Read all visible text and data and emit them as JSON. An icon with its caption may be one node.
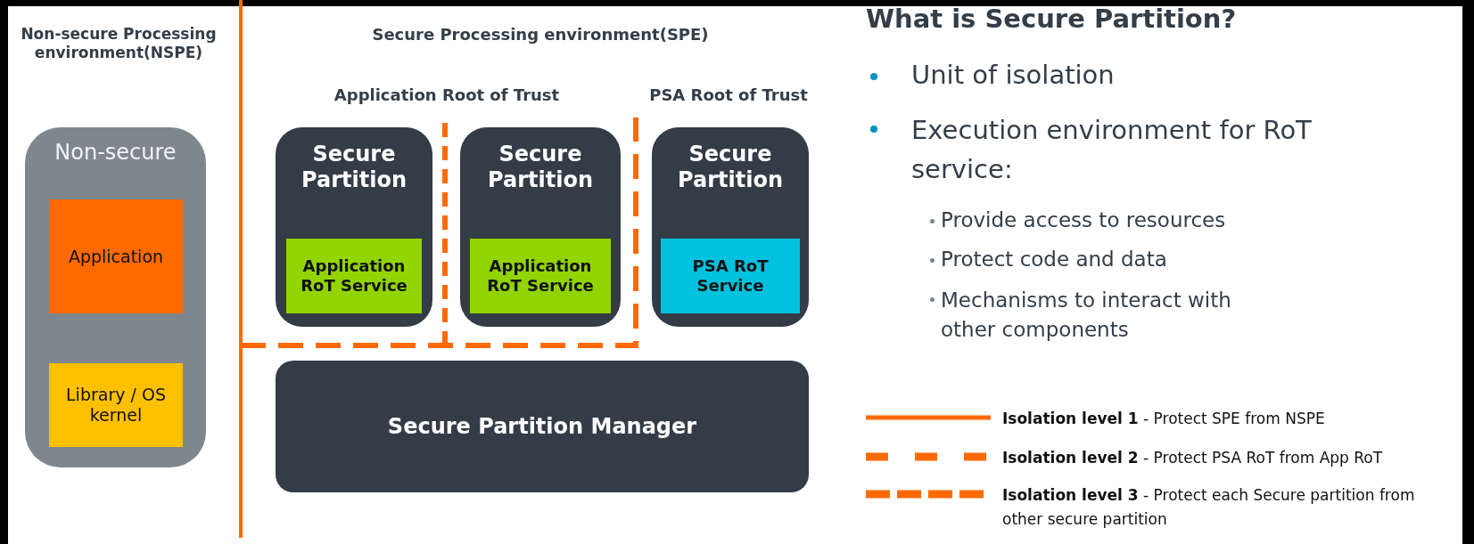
{
  "diagram": {
    "title": "What is Secure Partition?",
    "nodes": [
      {
        "text": [
          "Non-secure"
        ]
      },
      {
        "text": [
          "Application"
        ],
        "in": 0
      },
      {
        "text": [
          "Library / OS kernel"
        ],
        "in": 0
      },
      {
        "text": [
          "Secure Partition"
        ]
      },
      {
        "text": [
          "Application RoT Service"
        ],
        "in": 3
      },
      {
        "text": [
          "Secure Partition"
        ]
      },
      {
        "text": [
          "Application RoT Service"
        ],
        "in": 5
      },
      {
        "text": [
          "Secure Partition"
        ]
      },
      {
        "text": [
          "PSA RoT Service"
        ],
        "in": 7
      },
      {
        "text": [
          "Secure Partition Manager"
        ]
      }
    ],
    "labels": [
      "Non-secure Processing environment(NSPE)",
      "Secure Processing environment(SPE)",
      "Application Root of Trust",
      "PSA Root of Trust",
      "Unit of isolation",
      "Execution environment for RoT service:",
      "Provide access to resources",
      "Protect code and data",
      "Mechanisms to interact with other components"
    ],
    "legend": [
      {
        "text": "**Isolation level 1** - Protect SPE from NSPE",
        "color": "#ff6a00"
      },
      {
        "text": "**Isolation level 2** - Protect PSA RoT from App RoT",
        "color": "#ff6a00"
      },
      {
        "text": "**Isolation level 3** - Protect each Secure partition from other secure partition",
        "color": "#ff6a00"
      }
    ]
  }
}
